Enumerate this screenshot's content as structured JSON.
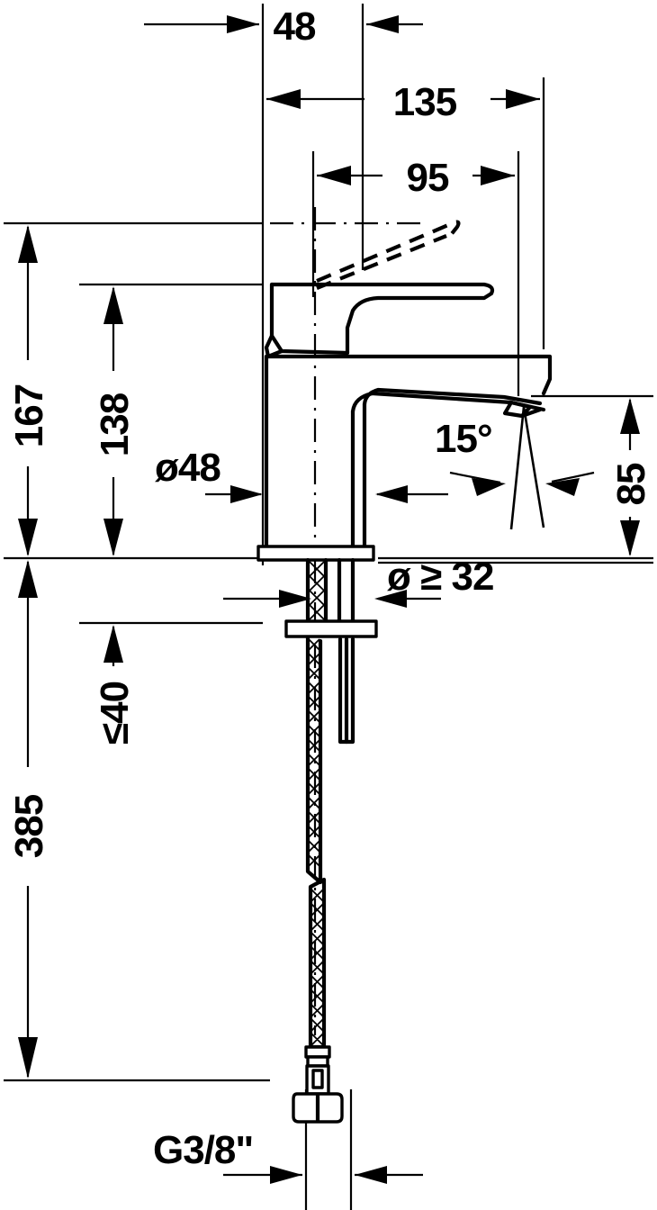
{
  "drawing": {
    "type": "technical-dimension-drawing",
    "subject": "single-lever basin mixer tap, front elevation",
    "units": "mm",
    "line_color": "#000000",
    "background_color": "#ffffff"
  },
  "dimensions": {
    "spout_offset": "48",
    "overall_depth": "135",
    "spout_reach": "95",
    "overall_height": "167",
    "body_height": "138",
    "body_diameter": "ø48",
    "spout_height": "85",
    "tilt_angle": "15°",
    "hole_diameter": "ø ≥ 32",
    "deck_thickness": "≤40",
    "total_length": "385",
    "thread_size": "G3/8\""
  },
  "chart_data": {
    "type": "table",
    "title": "Faucet dimension callouts",
    "categories": [
      "48",
      "135",
      "95",
      "167",
      "138",
      "ø48",
      "85",
      "15°",
      "ø ≥ 32",
      "≤40",
      "385",
      "G3/8\""
    ],
    "values": [
      48,
      135,
      95,
      167,
      138,
      48,
      85,
      15,
      32,
      40,
      385,
      0.375
    ]
  }
}
